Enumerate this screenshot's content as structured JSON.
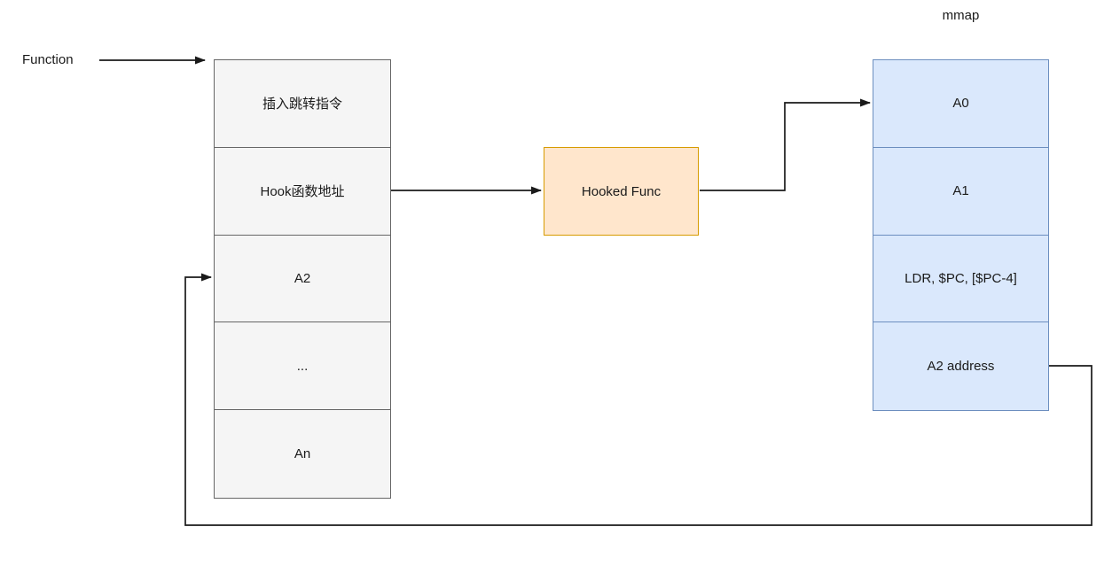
{
  "labels": {
    "function": "Function",
    "mmap": "mmap"
  },
  "function_stack": {
    "cells": [
      "插入跳转指令",
      "Hook函数地址",
      "A2",
      "...",
      "An"
    ]
  },
  "hooked_func": {
    "label": "Hooked Func"
  },
  "mmap_stack": {
    "cells": [
      "A0",
      "A1",
      "LDR, $PC, [$PC-4]",
      "A2 address"
    ]
  },
  "connections": [
    {
      "from": "Function label",
      "to": "function stack top"
    },
    {
      "from": "Hook函数地址 cell",
      "to": "Hooked Func box"
    },
    {
      "from": "Hooked Func box",
      "to": "mmap cell A0"
    },
    {
      "from": "mmap cell A2 address",
      "to": "function stack cell A2"
    }
  ],
  "colors": {
    "left-fill": "#f5f5f5",
    "left-border": "#666666",
    "mmap-fill": "#dae8fc",
    "mmap-border": "#6c8ebf",
    "hook-fill": "#ffe6cc",
    "hook-border": "#d79b00",
    "arrow": "#1a1a1a",
    "text": "#1a1a1a",
    "bg": "#ffffff"
  }
}
